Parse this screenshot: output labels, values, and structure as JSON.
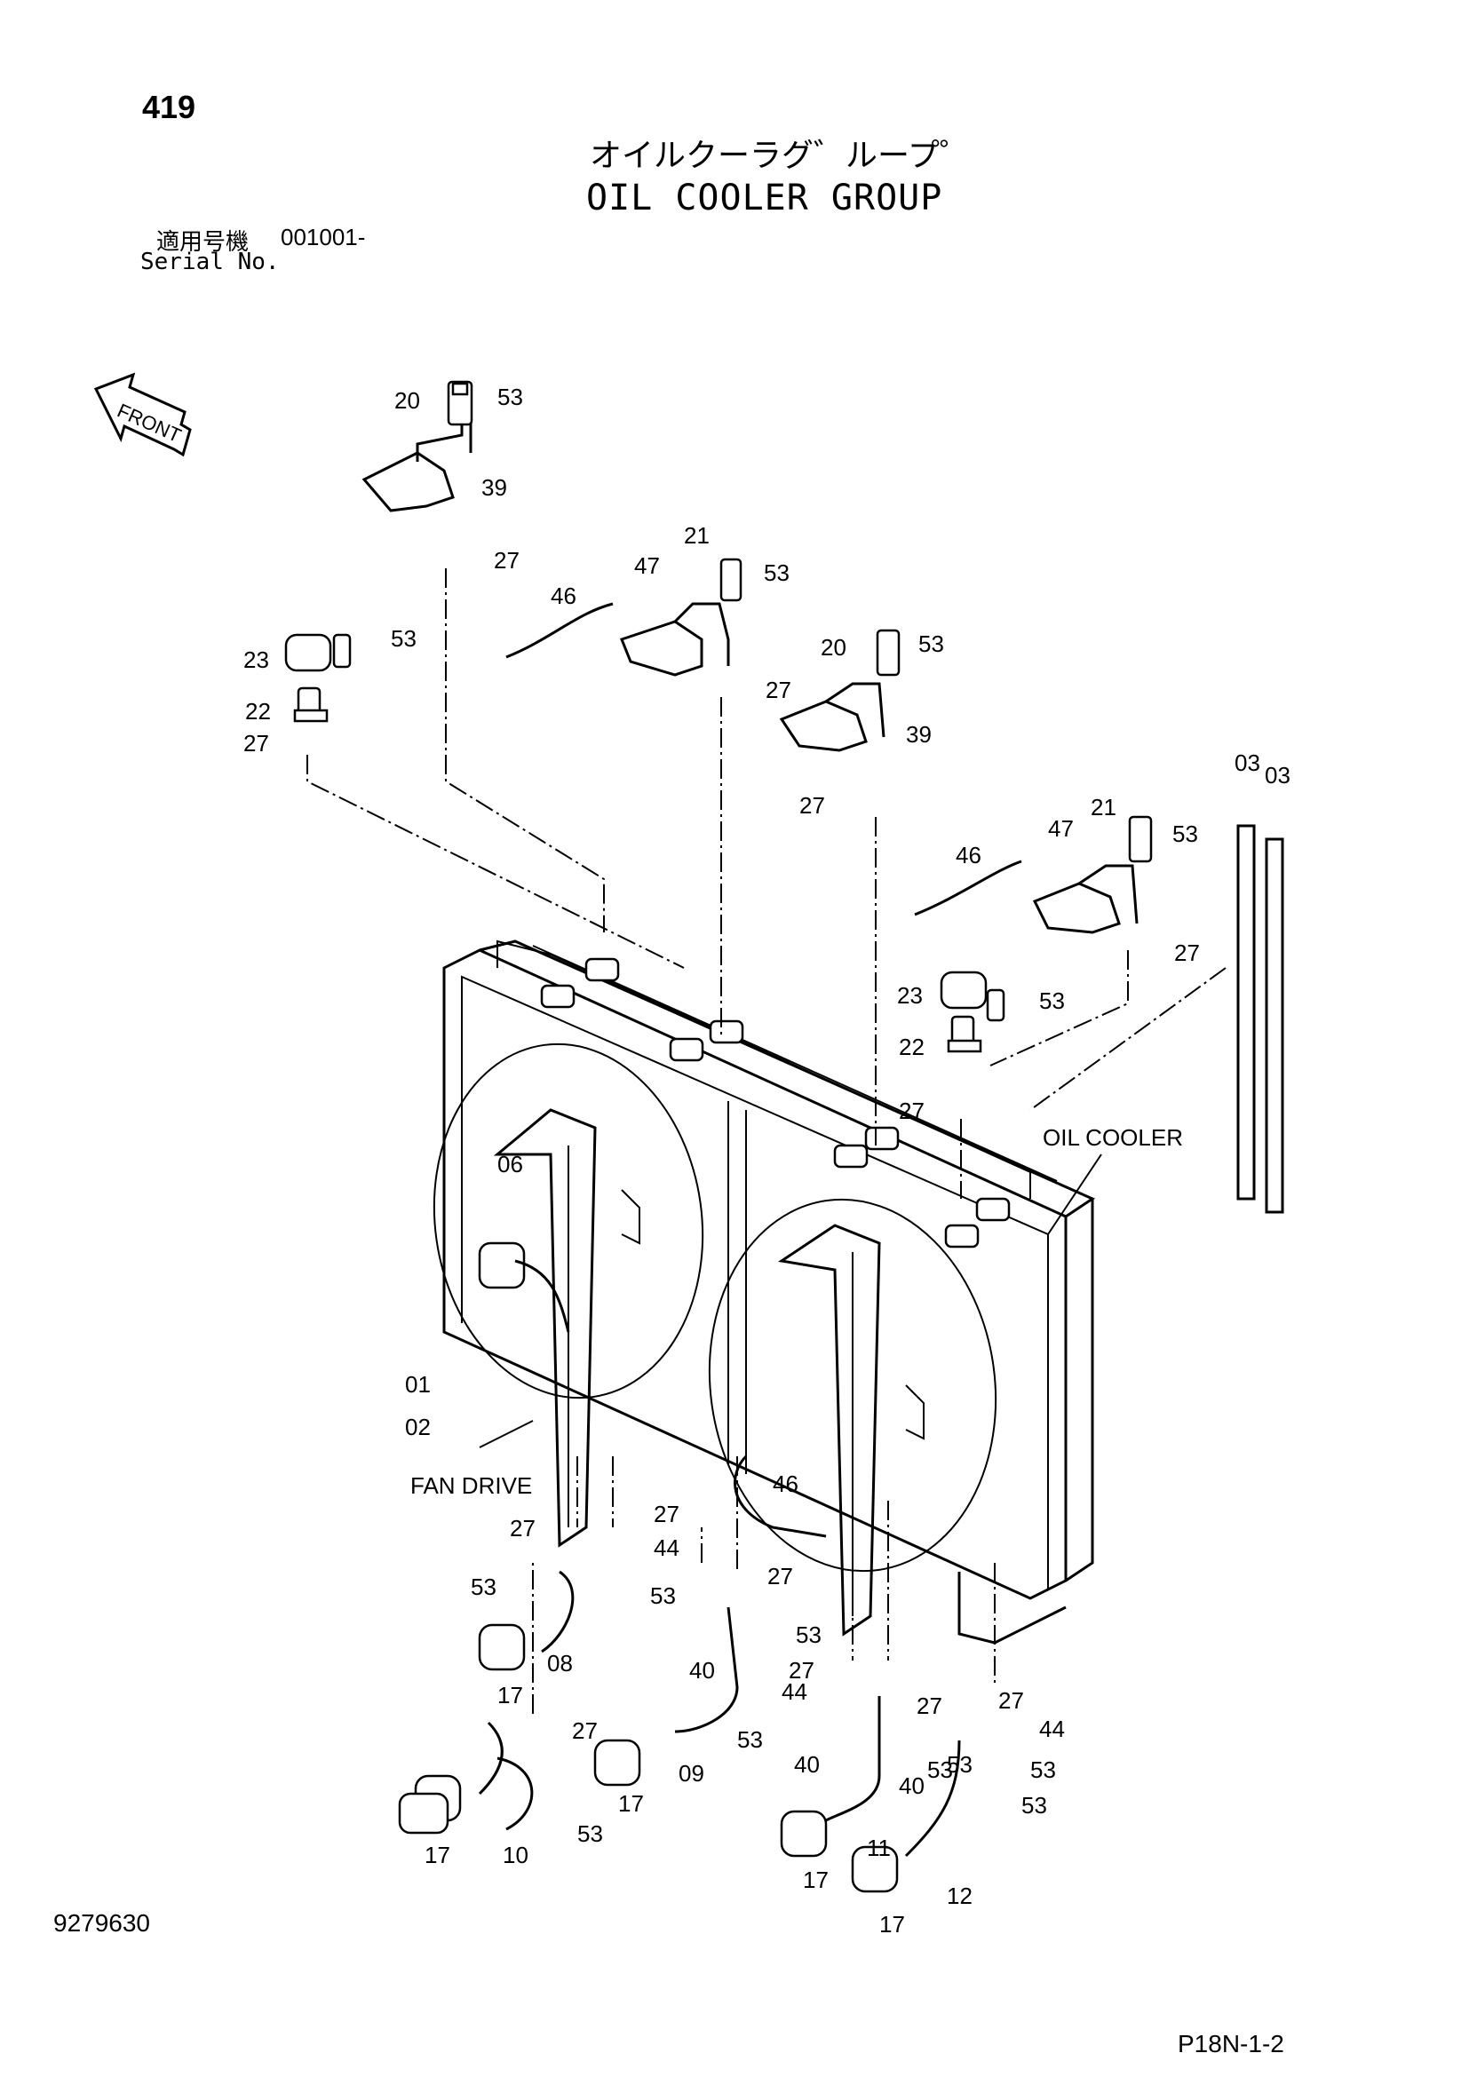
{
  "header": {
    "page_number": "419",
    "title_jp": "オイルクーラグ゛ループ゜",
    "title_en": "OIL COOLER GROUP",
    "serial_jp_label": "適用号機",
    "serial_value": "001001-",
    "serial_en_label": "Serial No."
  },
  "diagram": {
    "front_indicator": "FRONT",
    "assembly_labels": {
      "oil_cooler": "OIL COOLER",
      "fan_drive": "FAN DRIVE"
    },
    "callouts": [
      "53",
      "20",
      "39",
      "27",
      "21",
      "47",
      "46",
      "53",
      "27",
      "23",
      "53",
      "22",
      "27",
      "20",
      "53",
      "39",
      "27",
      "03",
      "03",
      "21",
      "47",
      "53",
      "46",
      "27",
      "23",
      "53",
      "22",
      "27",
      "06",
      "01",
      "02",
      "27",
      "27",
      "44",
      "53",
      "53",
      "08",
      "17",
      "27",
      "53",
      "40",
      "27",
      "17",
      "09",
      "53",
      "40",
      "44",
      "17",
      "10",
      "53",
      "11",
      "53",
      "40",
      "17",
      "12",
      "53",
      "27",
      "27",
      "44",
      "53",
      "53",
      "17",
      "46",
      "27"
    ]
  },
  "footer": {
    "drawing_number": "9279630",
    "sheet_code": "P18N-1-2"
  }
}
